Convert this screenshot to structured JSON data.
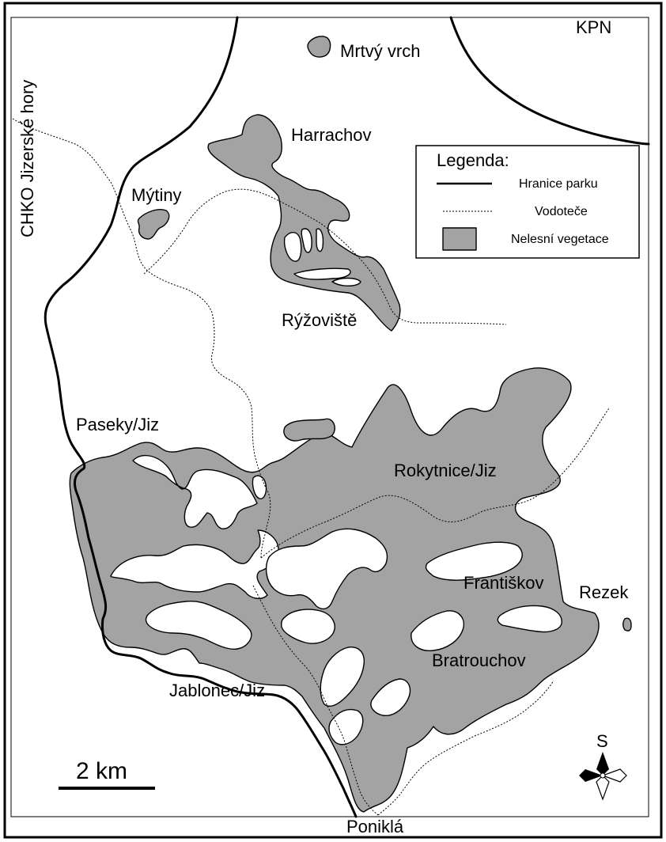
{
  "map": {
    "places": {
      "kpn": "KPN",
      "mrtvy_vrch": "Mrtvý vrch",
      "harrachov": "Harrachov",
      "mytiny": "Mýtiny",
      "ryzoviste": "Rýžoviště",
      "paseky": "Paseky/Jiz",
      "rokytnice": "Rokytnice/Jiz",
      "frantiskov": "Františkov",
      "rezek": "Rezek",
      "bratrouchov": "Bratrouchov",
      "jablonec": "Jablonec/Jiz",
      "ponikla": "Poniklá",
      "chko": "CHKO Jizerské hory"
    },
    "legend": {
      "title": "Legenda:",
      "items": [
        {
          "label": "Hranice parku",
          "symbol": "solid-line"
        },
        {
          "label": "Vodoteče",
          "symbol": "dotted-line"
        },
        {
          "label": "Nelesní vegetace",
          "symbol": "gray-fill"
        }
      ]
    },
    "scale": {
      "label": "2 km"
    },
    "north_arrow": {
      "label": "S",
      "icon": "compass-rose-icon"
    },
    "colors": {
      "vegetation": "#a3a3a3",
      "border": "#000000",
      "background": "#ffffff"
    }
  }
}
